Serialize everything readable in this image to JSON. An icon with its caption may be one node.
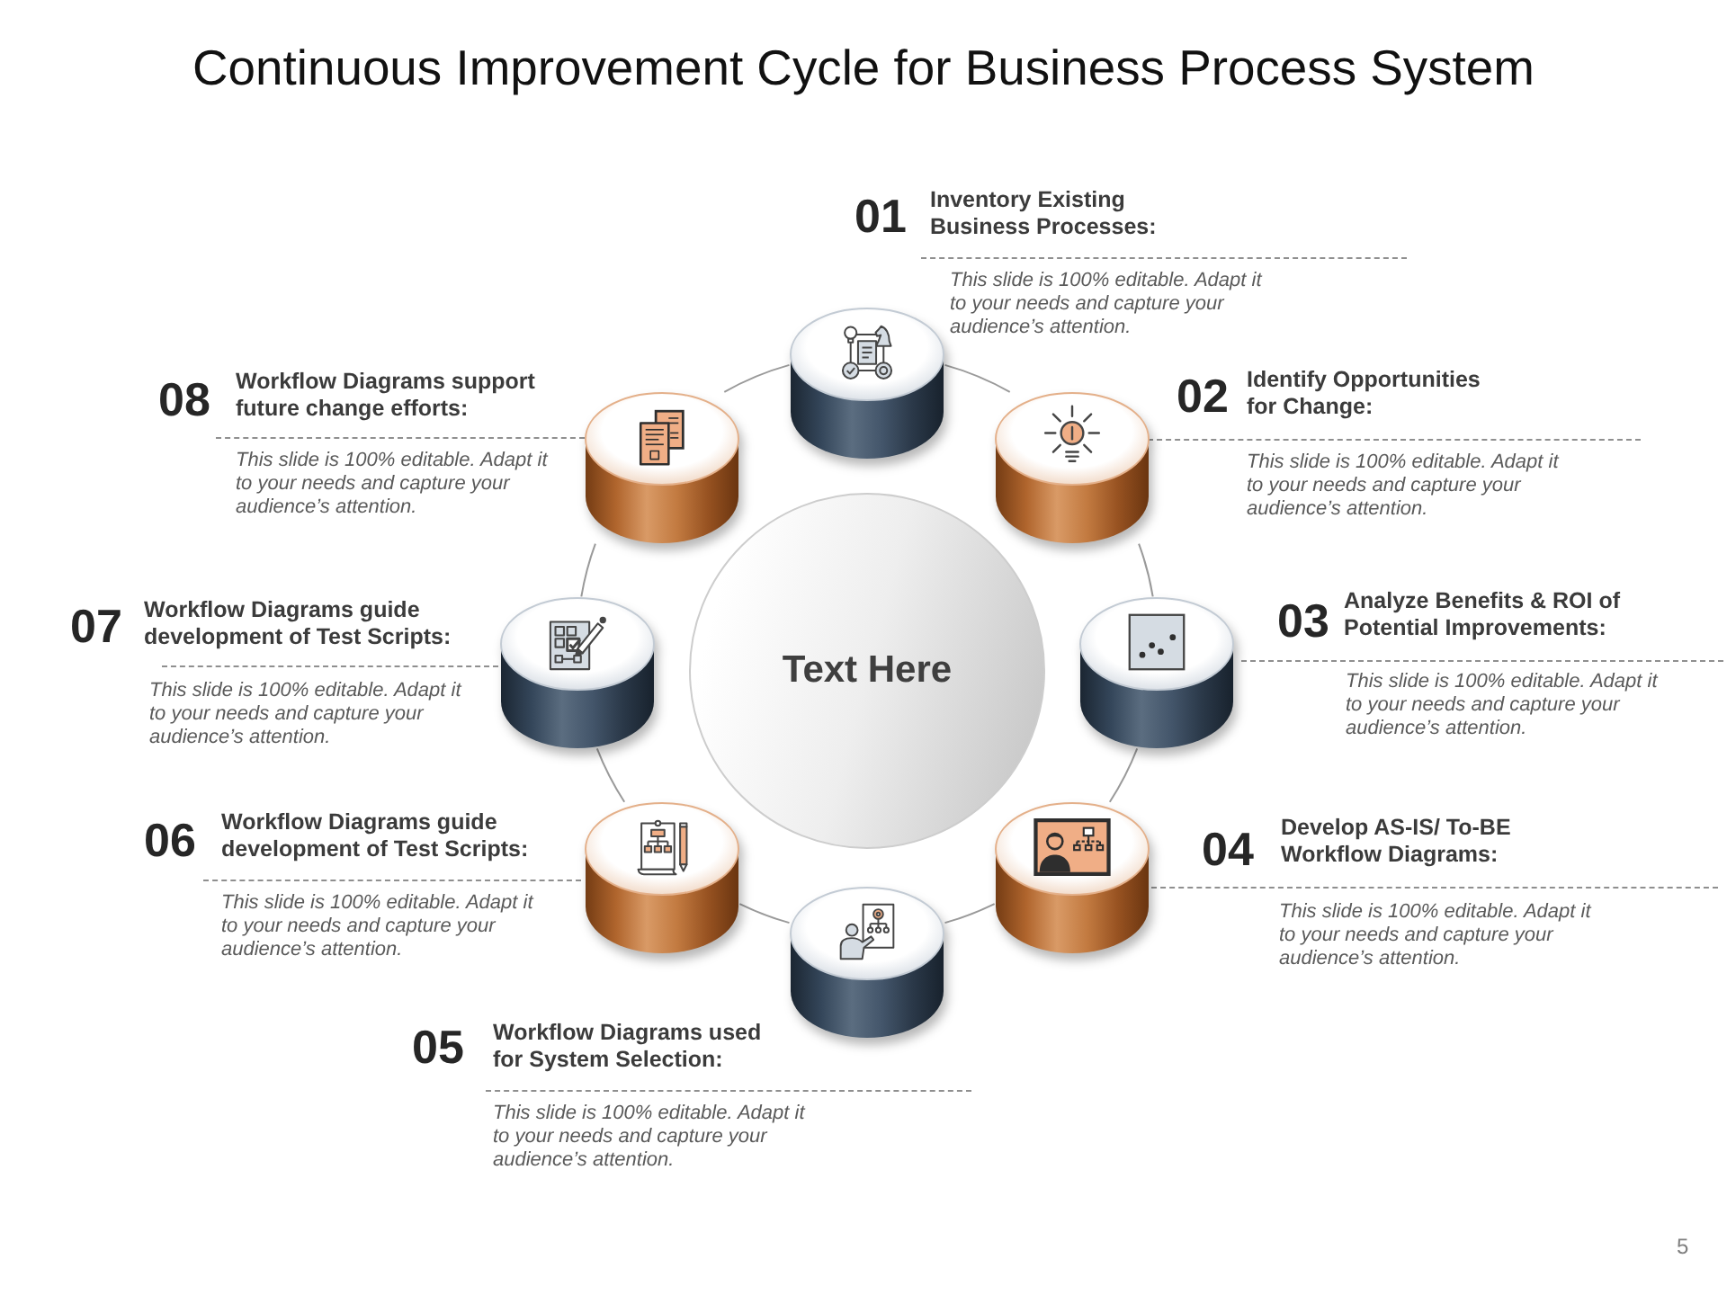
{
  "diagram": {
    "title": "Continuous Improvement Cycle for Business Process System",
    "nodes": [
      {
        "text": [],
        "shape": "cylinder",
        "beside": [
          "01",
          "Inventory Existing Business Processes:",
          "This slide is 100% editable. Adapt it to your needs and capture your audience’s attention."
        ]
      },
      {
        "text": [],
        "shape": "cylinder",
        "beside": [
          "02",
          "Identify Opportunities for Change:",
          "This slide is 100% editable. Adapt it to your needs and capture your audience’s attention."
        ]
      },
      {
        "text": [],
        "shape": "cylinder",
        "beside": [
          "03",
          "Analyze Benefits & ROI of Potential Improvements:",
          "This slide is 100% editable. Adapt it to your needs and capture your audience’s attention."
        ]
      },
      {
        "text": [],
        "shape": "cylinder",
        "beside": [
          "04",
          "Develop AS-IS/ To-BE Workflow Diagrams:",
          "This slide is 100% editable. Adapt it to your needs and capture your audience’s attention."
        ]
      },
      {
        "text": [],
        "shape": "cylinder",
        "beside": [
          "05",
          "Workflow Diagrams used for System Selection:",
          "This slide is 100% editable. Adapt it to your needs and capture your audience’s attention."
        ]
      },
      {
        "text": [],
        "shape": "cylinder",
        "beside": [
          "06",
          "Workflow Diagrams guide development of Test Scripts:",
          "This slide is 100% editable. Adapt it to your needs and capture your audience’s attention."
        ]
      },
      {
        "text": [],
        "shape": "cylinder",
        "beside": [
          "07",
          "Workflow Diagrams guide development of Test Scripts:",
          "This slide is 100% editable. Adapt it to your needs and capture your audience’s attention."
        ]
      },
      {
        "text": [],
        "shape": "cylinder",
        "beside": [
          "08",
          "Workflow Diagrams support future change efforts:",
          "This slide is 100% editable. Adapt it to your needs and capture your audience’s attention."
        ]
      },
      {
        "text": [
          "Text Here"
        ]
      }
    ],
    "edges": [
      {
        "from": 0,
        "to": 1,
        "arrow": "none"
      },
      {
        "from": 1,
        "to": 2,
        "arrow": "none"
      },
      {
        "from": 2,
        "to": 3,
        "arrow": "none"
      },
      {
        "from": 3,
        "to": 4,
        "arrow": "none"
      },
      {
        "from": 4,
        "to": 5,
        "arrow": "none"
      },
      {
        "from": 5,
        "to": 6,
        "arrow": "none"
      },
      {
        "from": 6,
        "to": 7,
        "arrow": "none"
      },
      {
        "from": 7,
        "to": 0,
        "arrow": "none"
      }
    ],
    "labels": [
      "5"
    ]
  }
}
